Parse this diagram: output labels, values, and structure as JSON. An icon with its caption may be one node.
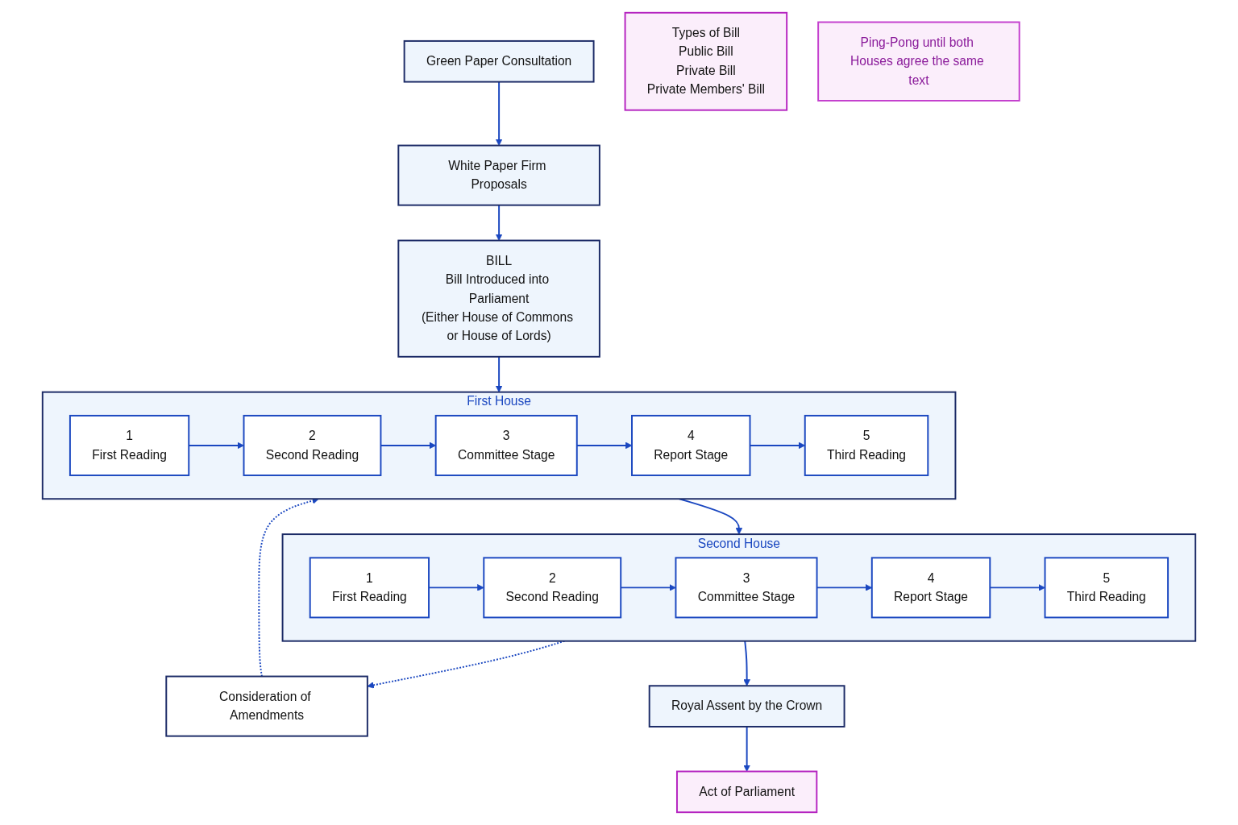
{
  "diagram": {
    "nodes": [
      {
        "text": [
          "Green Paper Consultation"
        ]
      },
      {
        "text": [
          "White Paper Firm Proposals"
        ]
      },
      {
        "text": [
          "BILL",
          "Bill Introduced into Parliament",
          "(Either House of Commons or House of Lords)"
        ]
      },
      {
        "text": [
          "Types of Bill",
          "Public Bill",
          "Private Bill",
          "Private Members' Bill"
        ]
      },
      {
        "text": [
          "First House"
        ]
      },
      {
        "text": [
          "1",
          "First Reading"
        ],
        "in": 4
      },
      {
        "text": [
          "2",
          "Second Reading"
        ],
        "in": 4
      },
      {
        "text": [
          "3",
          "Committee Stage"
        ],
        "in": 4
      },
      {
        "text": [
          "4",
          "Report Stage"
        ],
        "in": 4
      },
      {
        "text": [
          "5",
          "Third Reading"
        ],
        "in": 4
      },
      {
        "text": [
          "Consideration of Amendments"
        ]
      },
      {
        "text": [
          "Ping-Pong until both Houses agree the same text"
        ]
      },
      {
        "text": [
          "Second House"
        ]
      },
      {
        "text": [
          "1",
          "First Reading"
        ],
        "in": 12
      },
      {
        "text": [
          "2",
          "Second Reading"
        ],
        "in": 12
      },
      {
        "text": [
          "3",
          "Committee Stage"
        ],
        "in": 12
      },
      {
        "text": [
          "4",
          "Report Stage"
        ],
        "in": 12
      },
      {
        "text": [
          "5",
          "Third Reading"
        ],
        "in": 12
      },
      {
        "text": [
          "Royal Assent by the Crown"
        ]
      },
      {
        "text": [
          "Act of Parliament"
        ]
      }
    ],
    "edges": [
      {
        "from": 0,
        "to": 1,
        "arrow": "to"
      },
      {
        "from": 1,
        "to": 2,
        "arrow": "to"
      },
      {
        "from": 2,
        "to": 4,
        "arrow": "to"
      },
      {
        "from": 5,
        "to": 6,
        "arrow": "to"
      },
      {
        "from": 6,
        "to": 7,
        "arrow": "to"
      },
      {
        "from": 7,
        "to": 8,
        "arrow": "to"
      },
      {
        "from": 8,
        "to": 9,
        "arrow": "to"
      },
      {
        "from": 4,
        "to": 12,
        "arrow": "to"
      },
      {
        "from": 13,
        "to": 14,
        "arrow": "to"
      },
      {
        "from": 14,
        "to": 15,
        "arrow": "to"
      },
      {
        "from": 15,
        "to": 16,
        "arrow": "to"
      },
      {
        "from": 16,
        "to": 17,
        "arrow": "to"
      },
      {
        "from": 12,
        "to": 10,
        "arrow": "to",
        "style": "dashed"
      },
      {
        "from": 10,
        "to": 4,
        "arrow": "to",
        "style": "dashed"
      },
      {
        "from": 12,
        "to": 18,
        "arrow": "to"
      },
      {
        "from": 18,
        "to": 19,
        "arrow": "to"
      }
    ]
  }
}
